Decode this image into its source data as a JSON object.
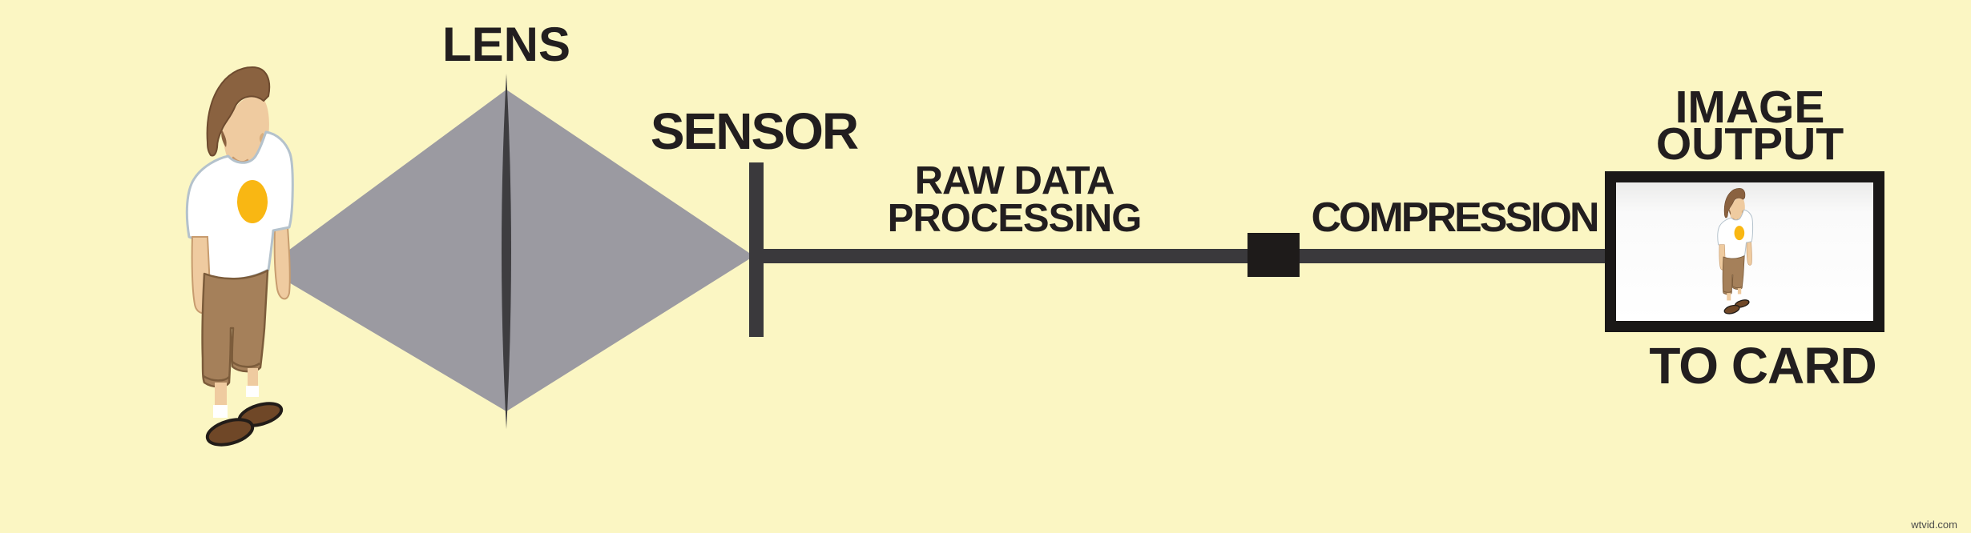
{
  "labels": {
    "lens": "LENS",
    "sensor": "SENSOR",
    "raw_data_line1": "RAW DATA",
    "raw_data_line2": "PROCESSING",
    "compression": "COMPRESSION",
    "image_output_line1": "IMAGE",
    "image_output_line2": "OUTPUT",
    "to_card": "TO CARD"
  },
  "watermark": "wtvid.com",
  "flow_order": [
    "subject-person",
    "lens",
    "sensor",
    "raw-data-processing",
    "compression",
    "image-output-to-card"
  ],
  "colors": {
    "background": "#FBF6C3",
    "light_cone": "#9B9AA1",
    "lens_glass": "#3E3D40",
    "signal_line": "#3A393C",
    "sensor_bar": "#3A393C",
    "compression_square": "#1E1B1A",
    "monitor_frame": "#1A1817",
    "screen": "#FFFFFF",
    "label_text": "#221E1F",
    "person_hair": "#8A6240",
    "person_hair_outline": "#6E4B2F",
    "person_skin": "#EFCBA0",
    "person_skin_shadow": "#D9AE7E",
    "person_shirt": "#FFFFFF",
    "person_shirt_outline": "#B4C2CC",
    "person_shirt_logo": "#F9B713",
    "person_pants": "#A5805A",
    "person_pants_outline": "#7C5C3B",
    "person_shoes": "#6F4727",
    "person_shoes_outline": "#221C18"
  }
}
